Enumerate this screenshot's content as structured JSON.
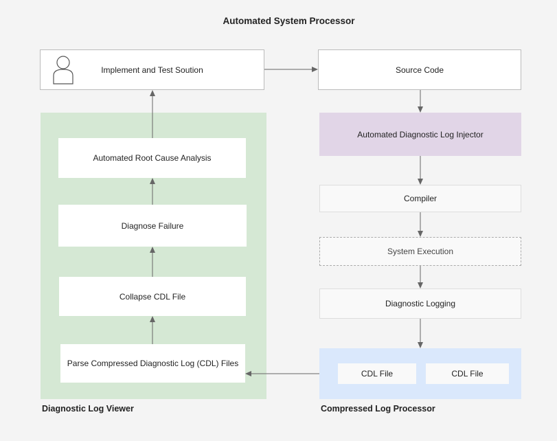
{
  "diagram": {
    "title": "Automated System Processor",
    "left_group": {
      "label": "Diagnostic Log Viewer",
      "steps": [
        "Automated Root Cause Analysis",
        "Diagnose Failure",
        "Collapse CDL File",
        "Parse Compressed Diagnostic Log (CDL) Files"
      ]
    },
    "top_left_node": "Implement and Test Soution",
    "right_flow": {
      "source_code": "Source Code",
      "injector": "Automated Diagnostic Log Injector",
      "compiler": "Compiler",
      "system_execution": "System Execution",
      "diagnostic_logging": "Diagnostic Logging"
    },
    "right_group": {
      "label": "Compressed Log Processor",
      "files": [
        "CDL File",
        "CDL File"
      ]
    },
    "colors": {
      "left_panel": "#d5e8d4",
      "injector": "#e1d5e7",
      "right_panel": "#dae8fc",
      "arrow": "#666666"
    },
    "icons": [
      "user-icon"
    ]
  }
}
